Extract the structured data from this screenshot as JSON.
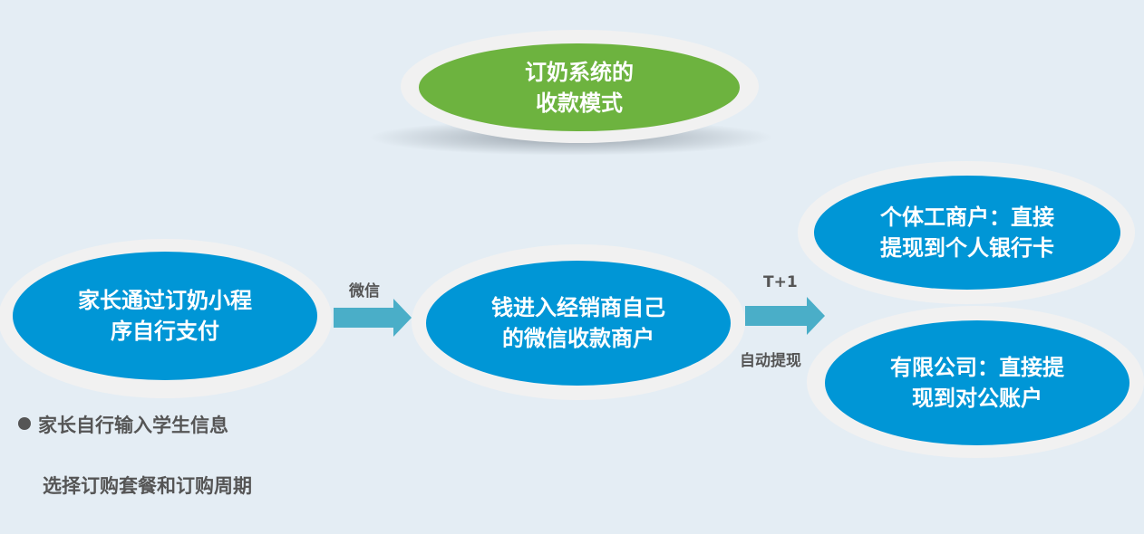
{
  "title": {
    "line1": "订奶系统的",
    "line2": "收款模式"
  },
  "nodes": {
    "parent_pay": {
      "line1": "家长通过订奶小程",
      "line2": "序自行支付"
    },
    "merchant": {
      "line1": "钱进入经销商自己",
      "line2": "的微信收款商户"
    },
    "individual": {
      "line1": "个体工商户：直接",
      "line2": "提现到个人银行卡"
    },
    "company": {
      "line1": "有限公司：直接提",
      "line2": "现到对公账户"
    }
  },
  "edges": {
    "wechat": "微信",
    "t1": "T+1",
    "auto": "自动提现"
  },
  "notes": {
    "line1": "家长自行输入学生信息",
    "line2": "选择订购套餐和订购周期"
  },
  "colors": {
    "blue": "#0096d6",
    "green": "#6db33f",
    "arrow": "#4aaec8",
    "background": "#e4edf4"
  }
}
